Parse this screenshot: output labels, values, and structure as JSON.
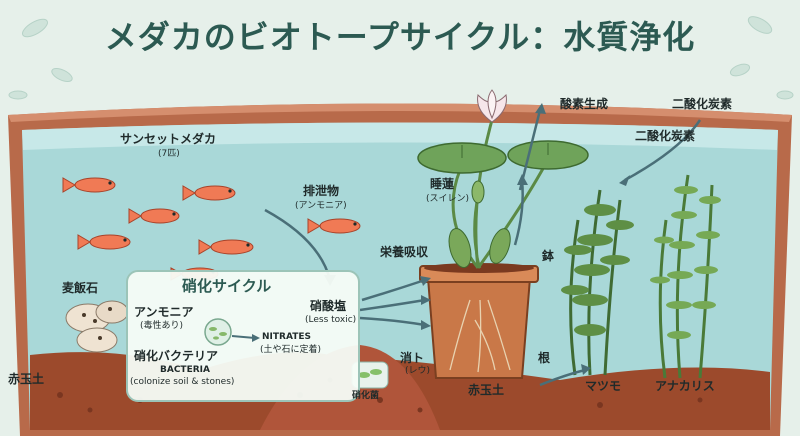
{
  "title": "メダカのビオトープサイクル：水質浄化",
  "labels": {
    "medaka": "サンセットメダカ",
    "medaka_count": "(7匹)",
    "waste": "排泄物",
    "waste_sub": "(アンモニア)",
    "lotus": "睡蓮",
    "lotus_sub": "(スイレン)",
    "oxygen": "酸素生成",
    "co2_top": "二酸化炭素",
    "co2_mid": "二酸化炭素",
    "nutrient": "栄養吸収",
    "pot": "鉢",
    "root": "根",
    "digest": "消ト",
    "digest_sub": "(レウ)",
    "soil_center": "赤玉土",
    "soil_left": "赤玉土",
    "stone": "麦飯石",
    "matsumo": "マツモ",
    "anacharis": "アナカリス",
    "bacteria_label": "硝化菌"
  },
  "cycle_box": {
    "title": "硝化サイクル",
    "ammonia": "アンモニア",
    "ammonia_sub": "(毒性あり)",
    "nitrates": "NITRATES",
    "nitrates_sub": "(土や石に定着)",
    "bacteria_ja": "硝化バクテリア",
    "bacteria_en": "BACTERIA",
    "bacteria_en_sub": "(colonize soil & stones)",
    "nitrate_ja": "硝酸塩",
    "nitrate_sub": "(Less toxic)"
  },
  "colors": {
    "water": "#a9d8d8",
    "tub": "#b86a4a",
    "soil": "#9c4a2c",
    "leaf": "#6fa35a",
    "title": "#2c5a52"
  }
}
